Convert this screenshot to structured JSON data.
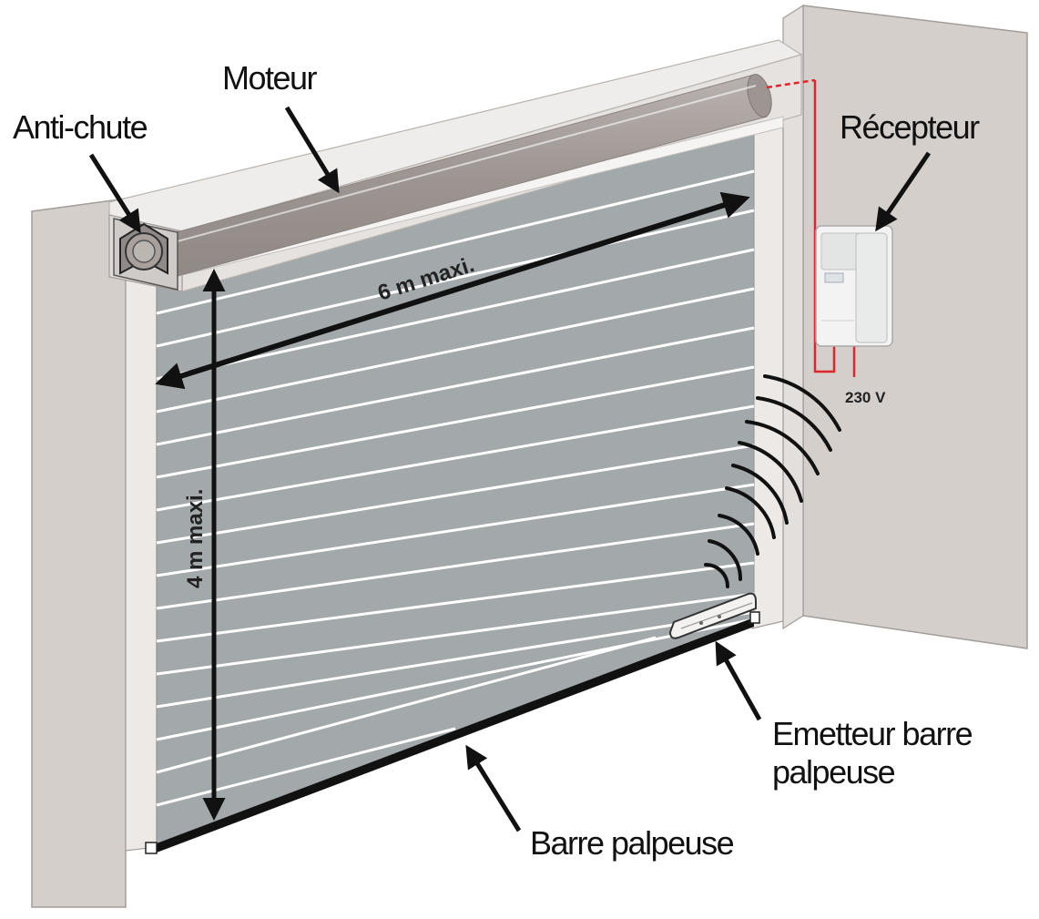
{
  "labels": {
    "anti_chute": "Anti-chute",
    "moteur": "Moteur",
    "recepteur": "Récepteur",
    "width": "6 m maxi.",
    "height": "4 m maxi.",
    "voltage": "230 V",
    "emetteur_line1": "Emetteur barre",
    "emetteur_line2": "palpeuse",
    "barre": "Barre palpeuse"
  },
  "colors": {
    "wall": "#d4cfcb",
    "door": "#a3a8ab",
    "slat_line": "#ffffff",
    "box": "#e6e2df",
    "motor_tube": "#a69f9b",
    "wire": "#e0262b",
    "bottom_bar": "#111111",
    "arrow": "#111111"
  }
}
